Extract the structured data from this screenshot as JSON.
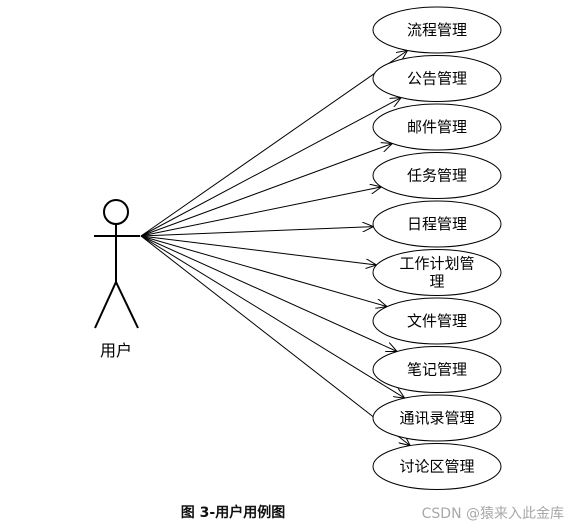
{
  "actor": {
    "label": "用户"
  },
  "use_cases": [
    {
      "lines": [
        "流程管理"
      ]
    },
    {
      "lines": [
        "公告管理"
      ]
    },
    {
      "lines": [
        "邮件管理"
      ]
    },
    {
      "lines": [
        "任务管理"
      ]
    },
    {
      "lines": [
        "日程管理"
      ]
    },
    {
      "lines": [
        "工作计划管",
        "理"
      ]
    },
    {
      "lines": [
        "文件管理"
      ]
    },
    {
      "lines": [
        "笔记管理"
      ]
    },
    {
      "lines": [
        "通讯录管理"
      ]
    },
    {
      "lines": [
        "讨论区管理"
      ]
    }
  ],
  "caption": "图 3-用户用例图",
  "watermark": "CSDN @猿来入此金库"
}
